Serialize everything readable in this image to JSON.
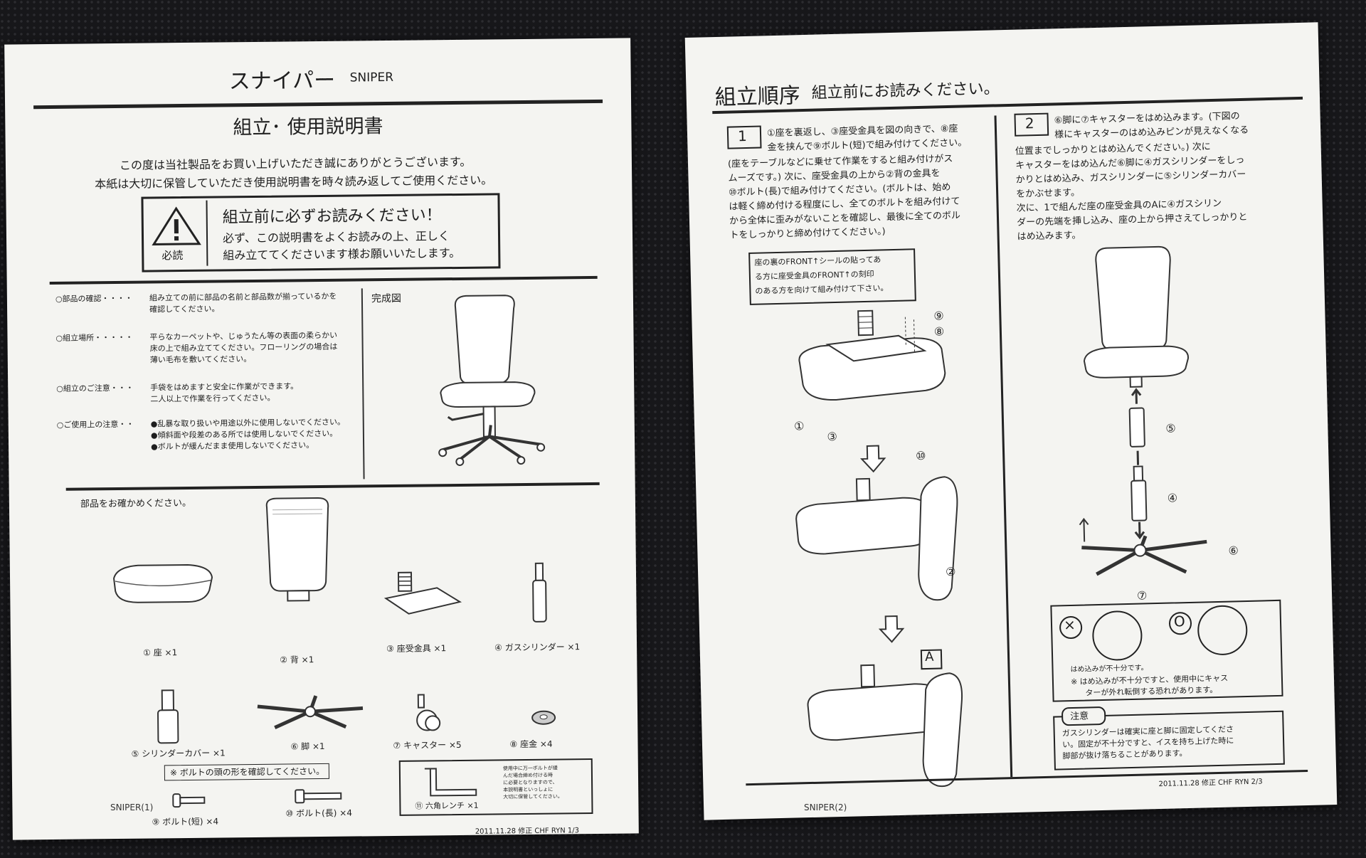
{
  "sheet1": {
    "title": "スナイパー",
    "title_en": "SNIPER",
    "subtitle": "組立･ 使用説明書",
    "thanks": [
      "この度は当社製品をお買い上げいただき誠にありがとうございます。",
      "本紙は大切に保管していただき使用説明書を時々読み返してご使用ください。"
    ],
    "warning": {
      "heading": "組立前に必ずお読みください！",
      "lines": [
        "必ず、この説明書をよくお読みの上、正しく",
        "組み立ててくださいます様お願いいたします。"
      ],
      "icon_label": "必読",
      "icon": "warning-triangle-icon"
    },
    "notes": [
      {
        "label": "○部品の確認・・・・",
        "lines": [
          "組み立ての前に部品の名前と部品数が揃っているかを",
          "確認してください。"
        ]
      },
      {
        "label": "○組立場所・・・・・",
        "lines": [
          "平らなカーペットや、じゅうたん等の表面の柔らかい",
          "床の上で組み立ててください。フローリングの場合は",
          "薄い毛布を敷いてください。"
        ]
      },
      {
        "label": "○組立のご注意・・・",
        "lines": [
          "手袋をはめますと安全に作業ができます。",
          "二人以上で作業を行ってください。"
        ]
      },
      {
        "label": "○ご使用上の注意・・",
        "lines": [
          "●乱暴な取り扱いや用途以外に使用しないでください。",
          "●傾斜面や段差のある所では使用しないでください。",
          "●ボルトが緩んだまま使用しないでください。"
        ]
      }
    ],
    "completed_label": "完成図",
    "parts_heading": "部品をお確かめください。",
    "parts": [
      "① 座 ×1",
      "② 背 ×1",
      "③ 座受金具 ×1",
      "④ ガスシリンダー ×1",
      "⑤ シリンダーカバー ×1",
      "⑥ 脚 ×1",
      "⑦ キャスター ×5",
      "⑧ 座金 ×4"
    ],
    "bolt_note": "※ ボルトの頭の形を確認してください。",
    "bolts": [
      "⑨ ボルト(短) ×4",
      "⑩ ボルト(長) ×4"
    ],
    "wrench": "⑪ 六角レンチ ×1",
    "wrench_note": [
      "使用中に万一ボルトが緩",
      "んだ場合締め付ける時",
      "に必要となりますので、",
      "本説明書といっしょに",
      "大切に保管してください。"
    ],
    "footer_left": "SNIPER(1)",
    "footer_right": "2011.11.28 修正 CHF RYN 1/3"
  },
  "sheet2": {
    "title": "組立順序",
    "title_note": "組立前にお読みください。",
    "step1": {
      "num": "1",
      "lines": [
        "①座を裏返し、③座受金具を図の向きで、⑧座",
        "金を挟んで⑨ボルト(短)で組み付けてください。",
        "(座をテーブルなどに乗せて作業をすると組み付けがス",
        "ムーズです。) 次に、座受金具の上から②背の金具を",
        "⑩ボルト(長)で組み付けてください。(ボルトは、始め",
        "は軽く締め付ける程度にし、全てのボルトを組み付けて",
        "から全体に歪みがないことを確認し、最後に全てのボル",
        "トをしっかりと締め付けてください。)"
      ]
    },
    "callout": [
      "座の裏のFRONT↑シールの貼ってあ",
      "る方に座受金具のFRONT↑の刻印",
      "のある方を向けて組み付けて下さい。"
    ],
    "labels_step1": [
      "⑨",
      "⑧",
      "①",
      "③",
      "⑩",
      "②",
      "A"
    ],
    "step2": {
      "num": "2",
      "lines": [
        "⑥脚に⑦キャスターをはめ込みます。(下図の",
        "様にキャスターのはめ込みピンが見えなくなる",
        "位置までしっかりとはめ込んでください。) 次に",
        "キャスターをはめ込んだ⑥脚に④ガスシリンダーをしっ",
        "かりとはめ込み、ガスシリンダーに⑤シリンダーカバー",
        "をかぶせます。",
        "次に、1で組んだ座の座受金具のAに④ガスシリン",
        "ダーの先端を挿し込み、座の上から押さえてしっかりと",
        "はめ込みます。"
      ]
    },
    "labels_step2": [
      "⑤",
      "④",
      "⑥",
      "⑦"
    ],
    "ok_ng": {
      "ng": "×",
      "ok": "O",
      "ng_caption": "はめ込みが不十分です。",
      "note": [
        "※ はめ込みが不十分ですと、使用中にキャス",
        "ターが外れ転倒する恐れがあります。"
      ]
    },
    "caution": {
      "heading": "注意",
      "lines": [
        "ガスシリンダーは確実に座と脚に固定してくださ",
        "い。固定が不十分ですと、イスを持ち上げた時に",
        "脚部が抜け落ちることがあります。"
      ]
    },
    "footer_left": "SNIPER(2)",
    "footer_right": "2011.11.28 修正 CHF RYN 2/3"
  }
}
